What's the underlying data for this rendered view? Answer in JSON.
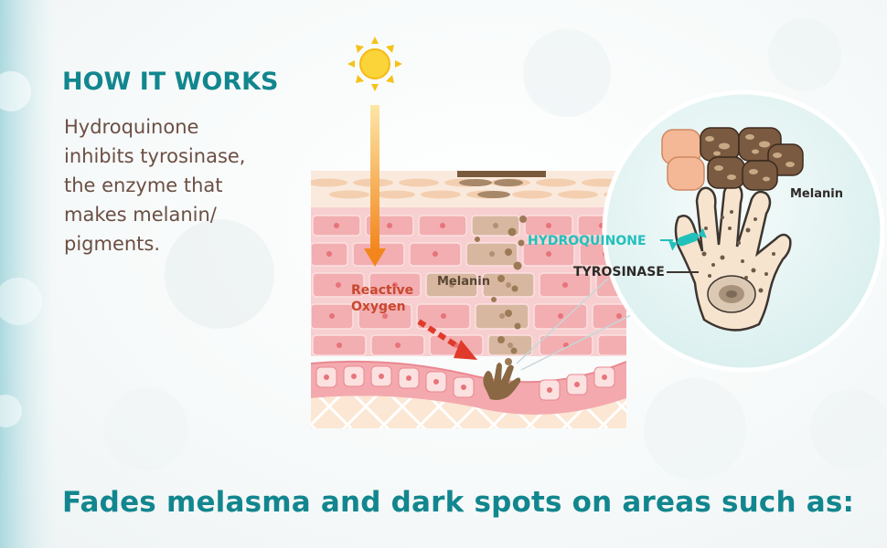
{
  "heading": "HOW IT WORKS",
  "body_lines": [
    "Hydroquinone",
    "inhibits tyrosinase,",
    "the enzyme that",
    "makes melanin/",
    "pigments."
  ],
  "tagline": "Fades melasma and dark spots on areas such as:",
  "diagram": {
    "label_reactive_line1": "Reactive",
    "label_reactive_line2": "Oxygen",
    "label_melanin_skin": "Melanin",
    "label_melanin_cell": "Melanin",
    "label_hydroquinone": "HYDROQUINONE",
    "label_tyrosinase": "TYROSINASE"
  },
  "colors": {
    "heading": "#12868e",
    "body_text": "#6b4f44",
    "accent_teal": "#22c0bb",
    "arrow_orange": "#f39a1e",
    "arrow_red": "#e03a2a",
    "melanin": "#9b7a55"
  },
  "icons": [
    "sun-icon",
    "reactive-oxygen-arrow",
    "hydroquinone-molecule-icon"
  ]
}
